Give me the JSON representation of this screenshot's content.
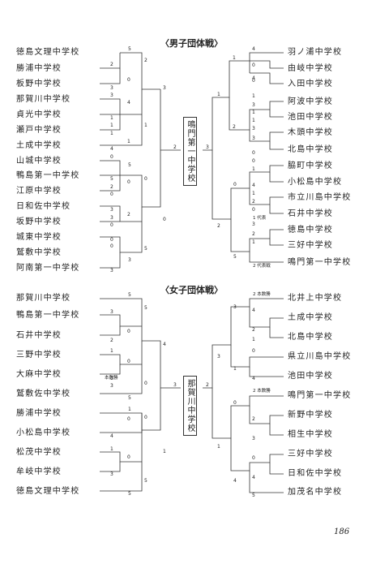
{
  "boys": {
    "title": "〈男子団体戦〉",
    "champion": "鳴門第一中学校",
    "left_teams": [
      "徳島文理中学校",
      "勝浦中学校",
      "板野中学校",
      "那賀川中学校",
      "貞光中学校",
      "瀬戸中学校",
      "土成中学校",
      "山城中学校",
      "鴨島第一中学校",
      "江原中学校",
      "日和佐中学校",
      "坂野中学校",
      "城東中学校",
      "鷲敷中学校",
      "阿南第一中学校"
    ],
    "right_teams": [
      "羽ノ浦中学校",
      "由岐中学校",
      "入田中学校",
      "阿波中学校",
      "池田中学校",
      "木頭中学校",
      "北島中学校",
      "脇町中学校",
      "小松島中学校",
      "市立川島中学校",
      "石井中学校",
      "徳島中学校",
      "三好中学校",
      "鳴門第一中学校"
    ],
    "notes": [
      "1 代表",
      "2 代表戦"
    ]
  },
  "girls": {
    "title": "〈女子団体戦〉",
    "champion": "那賀川中学校",
    "left_teams": [
      "那賀川中学校",
      "鴨島第一中学校",
      "石井中学校",
      "三野中学校",
      "大麻中学校",
      "鷲敷佐中学校",
      "勝浦中学校",
      "小松島中学校",
      "松茂中学校",
      "牟岐中学校",
      "徳島文理中学校"
    ],
    "right_teams": [
      "北井上中学校",
      "土成中学校",
      "北島中学校",
      "県立川島中学校",
      "池田中学校",
      "鳴門第一中学校",
      "新野中学校",
      "相生中学校",
      "三好中学校",
      "日和佐中学校",
      "加茂名中学校"
    ],
    "notes": [
      "2 本数勝",
      "本数勝",
      "2 本数勝"
    ]
  },
  "page_number": "186"
}
